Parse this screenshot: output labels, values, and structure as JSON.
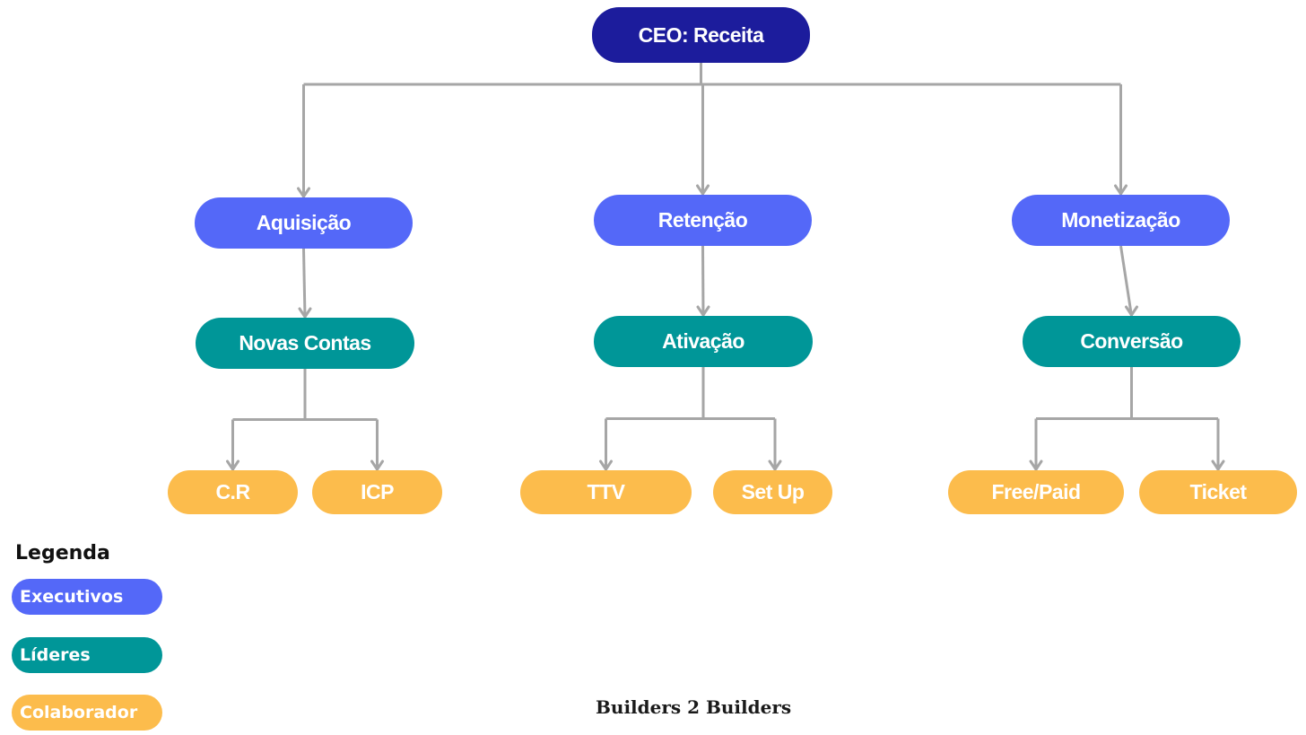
{
  "colors": {
    "ceo": "#1c1c9c",
    "executivos": "#5468f8",
    "lideres": "#009698",
    "colaborador": "#fcbc4c",
    "connector": "#a6a6a6"
  },
  "nodes": {
    "ceo": {
      "label": "CEO: Receita",
      "role": "ceo"
    },
    "aquisicao": {
      "label": "Aquisição",
      "role": "executivos"
    },
    "retencao": {
      "label": "Retenção",
      "role": "executivos"
    },
    "monetizacao": {
      "label": "Monetização",
      "role": "executivos"
    },
    "novas_contas": {
      "label": "Novas Contas",
      "role": "lideres"
    },
    "ativacao": {
      "label": "Ativação",
      "role": "lideres"
    },
    "conversao": {
      "label": "Conversão",
      "role": "lideres"
    },
    "cr": {
      "label": "C.R",
      "role": "colaborador"
    },
    "icp": {
      "label": "ICP",
      "role": "colaborador"
    },
    "ttv": {
      "label": "TTV",
      "role": "colaborador"
    },
    "setup": {
      "label": "Set Up",
      "role": "colaborador"
    },
    "freepaid": {
      "label": "Free/Paid",
      "role": "colaborador"
    },
    "ticket": {
      "label": "Ticket",
      "role": "colaborador"
    }
  },
  "edges": [
    [
      "ceo",
      "aquisicao"
    ],
    [
      "ceo",
      "retencao"
    ],
    [
      "ceo",
      "monetizacao"
    ],
    [
      "aquisicao",
      "novas_contas"
    ],
    [
      "retencao",
      "ativacao"
    ],
    [
      "monetizacao",
      "conversao"
    ],
    [
      "novas_contas",
      "cr"
    ],
    [
      "novas_contas",
      "icp"
    ],
    [
      "ativacao",
      "ttv"
    ],
    [
      "ativacao",
      "setup"
    ],
    [
      "conversao",
      "freepaid"
    ],
    [
      "conversao",
      "ticket"
    ]
  ],
  "legend": {
    "title": "Legenda",
    "items": [
      {
        "key": "executivos",
        "label": "Executivos"
      },
      {
        "key": "lideres",
        "label": "Líderes"
      },
      {
        "key": "colaborador",
        "label": "Colaborador"
      }
    ]
  },
  "footer": "Builders 2 Builders"
}
